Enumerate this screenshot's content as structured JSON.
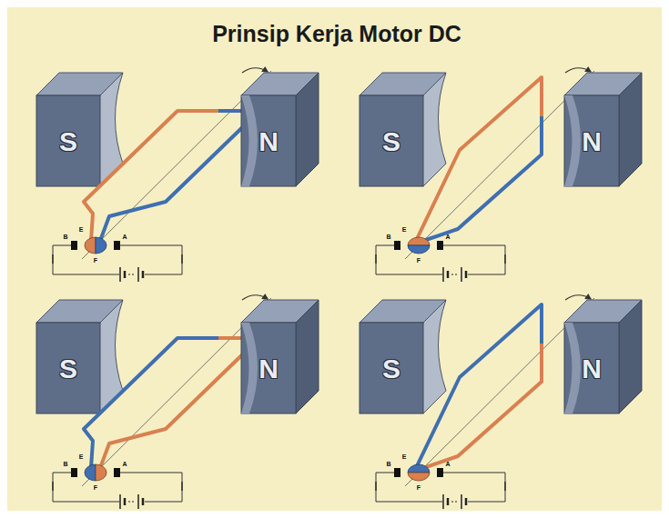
{
  "diagram": {
    "title": "Prinsip Kerja Motor DC",
    "labels": [
      "S",
      "N",
      "B",
      "A",
      "E",
      "F",
      "S",
      "N",
      "B",
      "A",
      "E",
      "F",
      "S",
      "N",
      "B",
      "A",
      "E",
      "F",
      "S",
      "N",
      "B",
      "A",
      "E",
      "F"
    ]
  }
}
